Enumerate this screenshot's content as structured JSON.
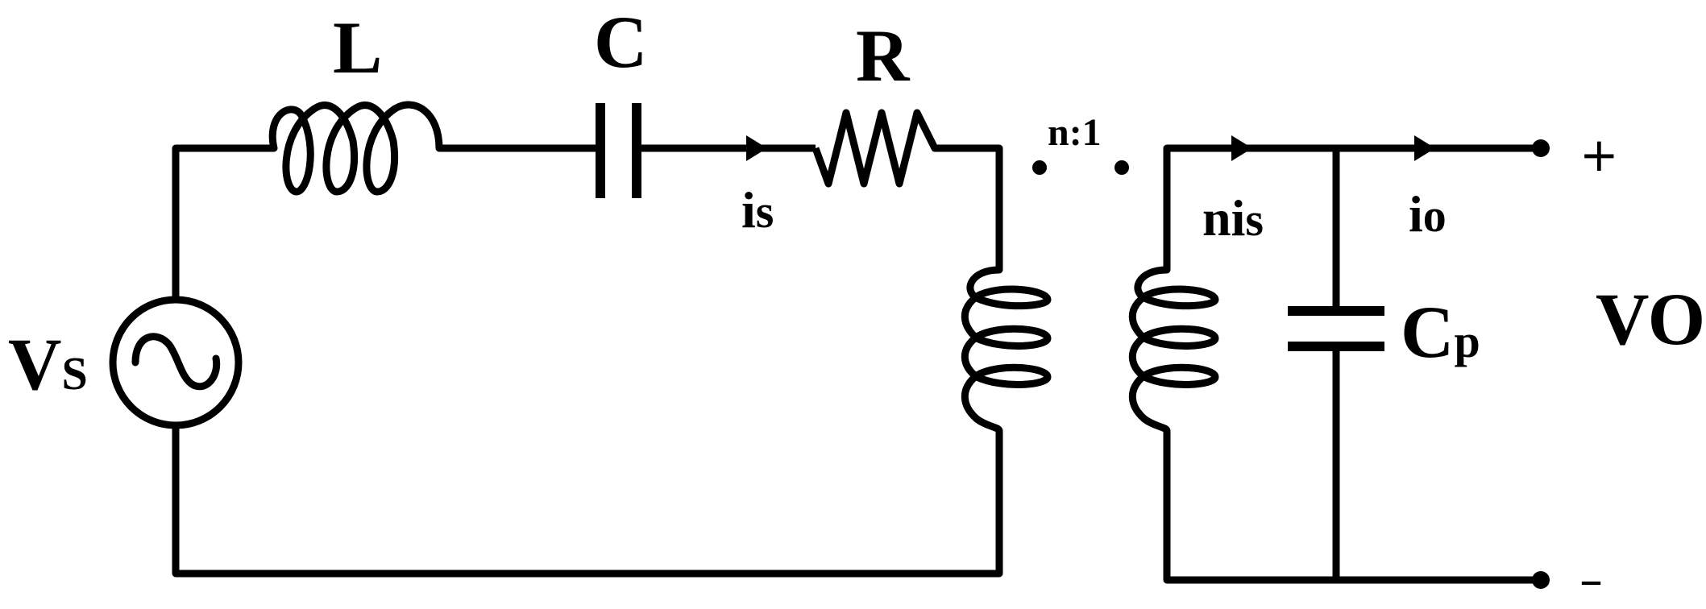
{
  "source": {
    "main": "V",
    "sub": "S"
  },
  "components": {
    "inductor": "L",
    "capacitor": "C",
    "resistor": "R",
    "parallel_cap_main": "C",
    "parallel_cap_sub": "p"
  },
  "transformer": {
    "ratio": "n:1"
  },
  "currents": {
    "series_main": "i",
    "series_sub": "s",
    "secondary_main": "ni",
    "secondary_sub": "s",
    "output_main": "i",
    "output_sub": "o"
  },
  "output": {
    "voltage": "VO",
    "plus": "+",
    "minus": "–"
  }
}
